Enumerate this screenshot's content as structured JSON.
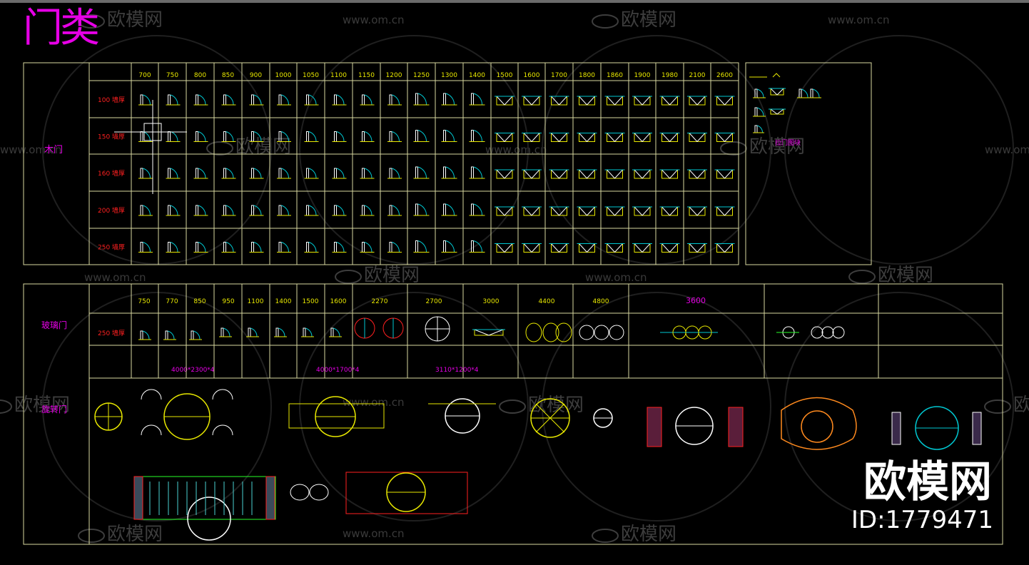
{
  "page": {
    "title": "门类",
    "brand": "欧模网",
    "brand_id": "ID:1779471"
  },
  "watermark": {
    "url": "www.om.cn",
    "logo_text": "欧模网"
  },
  "wood_door": {
    "label": "木门",
    "widths": [
      "700",
      "750",
      "800",
      "850",
      "900",
      "1000",
      "1050",
      "1100",
      "1150",
      "1200",
      "1250",
      "1300",
      "1400",
      "1500",
      "1600",
      "1700",
      "1800",
      "1860",
      "1900",
      "1980",
      "2100",
      "2600"
    ],
    "rows": [
      "100 墙厚",
      "150 墙厚",
      "160 墙厚",
      "200 墙厚",
      "250 墙厚"
    ],
    "side_note": "拉门图块"
  },
  "glass_door": {
    "label": "玻璃门",
    "widths": [
      "750",
      "770",
      "850",
      "950",
      "1100",
      "1400",
      "1500",
      "1600",
      "2270",
      "2700",
      "3000",
      "4400",
      "4800",
      "3600"
    ],
    "row": "250 墙厚",
    "sizes": [
      "4000*2300*4",
      "4000*1700*4",
      "3110*1200*4"
    ]
  },
  "revolving_door": {
    "label": "旋转门"
  },
  "colors": {
    "magenta": "#e600e6",
    "yellow": "#e8e800",
    "cyan": "#00c8d2",
    "red": "#ff2020",
    "green": "#28ff28",
    "white": "#ffffff",
    "orange": "#ff8a1e",
    "line": "#d8d8a0"
  }
}
